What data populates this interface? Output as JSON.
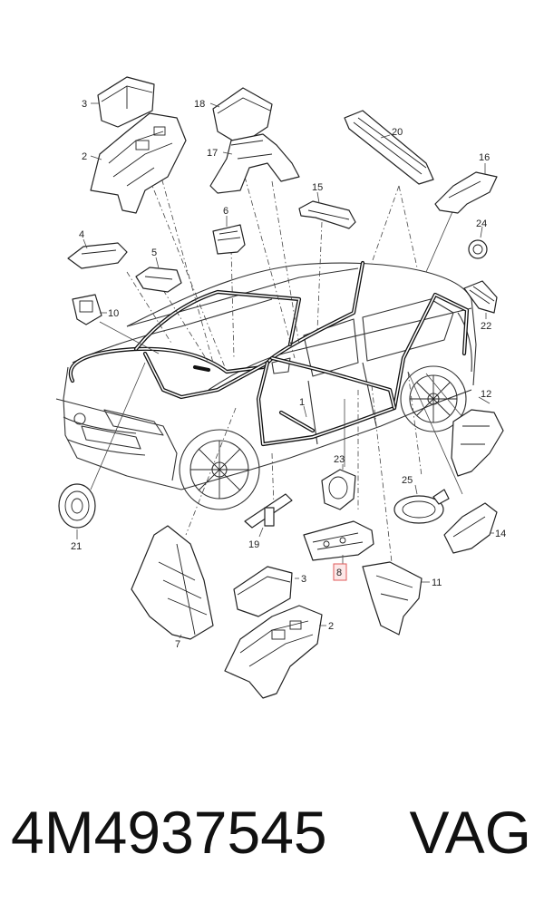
{
  "callouts": {
    "c1": "1",
    "c2a": "2",
    "c2b": "2",
    "c3a": "3",
    "c3b": "3",
    "c4": "4",
    "c5": "5",
    "c6": "6",
    "c7": "7",
    "c8": "8",
    "c10": "10",
    "c11": "11",
    "c12": "12",
    "c14": "14",
    "c15": "15",
    "c16": "16",
    "c17": "17",
    "c18": "18",
    "c19": "19",
    "c20": "20",
    "c21": "21",
    "c22": "22",
    "c23": "23",
    "c24": "24",
    "c25": "25"
  },
  "highlighted_callout": "8",
  "highlight_color": "#e05a5a",
  "footer": {
    "part_number": "4M4937545",
    "brand": "VAG"
  }
}
